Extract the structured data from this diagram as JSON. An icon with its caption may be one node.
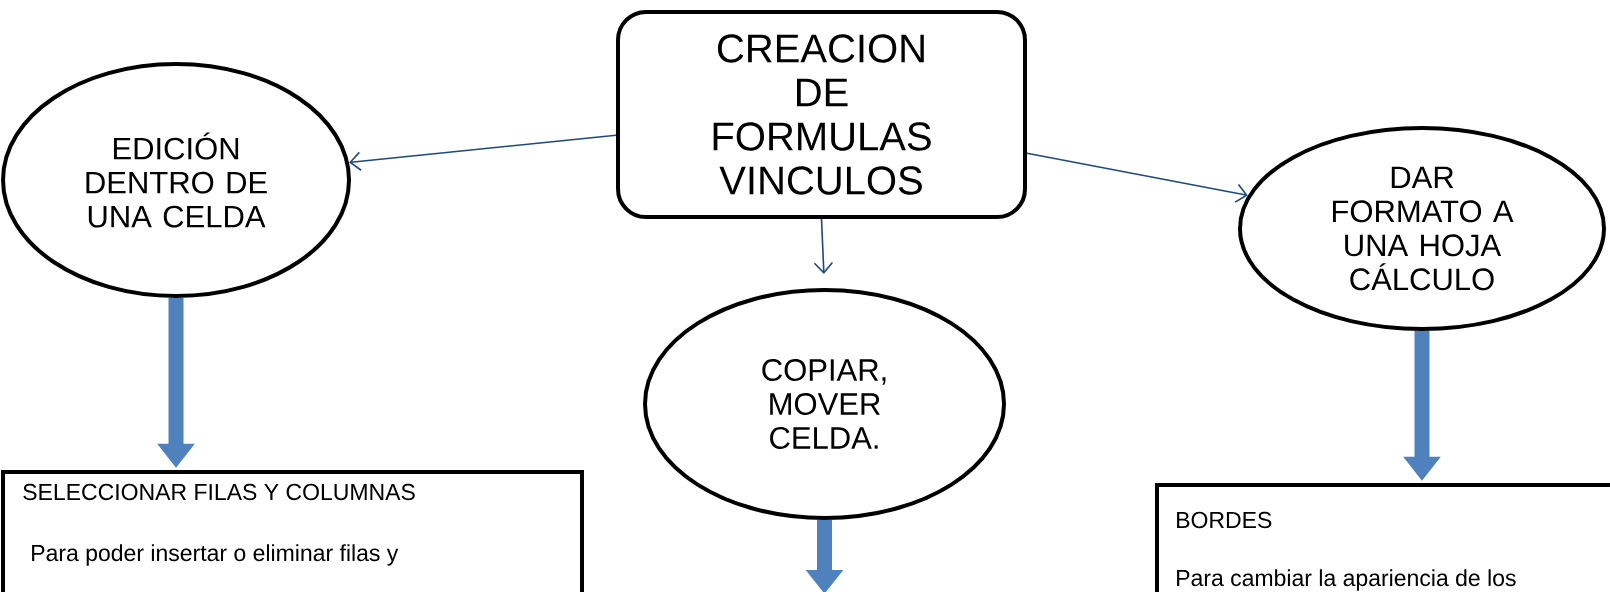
{
  "diagram": {
    "nodes": [
      {
        "text": [
          "CREACION DE FORMULAS VINCULOS"
        ]
      },
      {
        "text": [
          "EDICIÓN DENTRO DE UNA CELDA"
        ]
      },
      {
        "text": [
          "COPIAR, MOVER CELDA."
        ]
      },
      {
        "text": [
          "DAR FORMATO A UNA HOJA CÁLCULO"
        ]
      },
      {
        "text": [
          "SELECCIONAR FILAS Y COLUMNAS",
          "Para poder insertar o eliminar filas y"
        ]
      },
      {
        "text": [
          "BORDES",
          "Para cambiar la apariencia de los"
        ]
      }
    ],
    "edges": [
      {
        "from": 0,
        "to": 1,
        "arrow": "to"
      },
      {
        "from": 0,
        "to": 2,
        "arrow": "to"
      },
      {
        "from": 0,
        "to": 3,
        "arrow": "to"
      },
      {
        "from": 1,
        "to": 4,
        "arrow": "to",
        "style": "thick",
        "color": "#4f81bd"
      },
      {
        "from": 2,
        "to": null,
        "arrow": "to",
        "style": "thick",
        "color": "#4f81bd"
      },
      {
        "from": 3,
        "to": 5,
        "arrow": "to",
        "style": "thick",
        "color": "#4f81bd"
      }
    ]
  }
}
